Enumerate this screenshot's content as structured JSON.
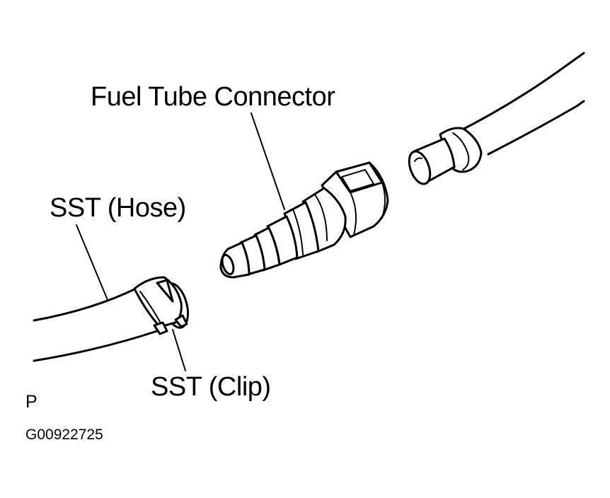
{
  "labels": {
    "fuel_tube_connector": "Fuel Tube Connector",
    "sst_hose": "SST (Hose)",
    "sst_clip": "SST (Clip)",
    "view_marker": "P",
    "figure_code": "G00922725"
  },
  "colors": {
    "ink": "#000000",
    "paper": "#ffffff"
  }
}
